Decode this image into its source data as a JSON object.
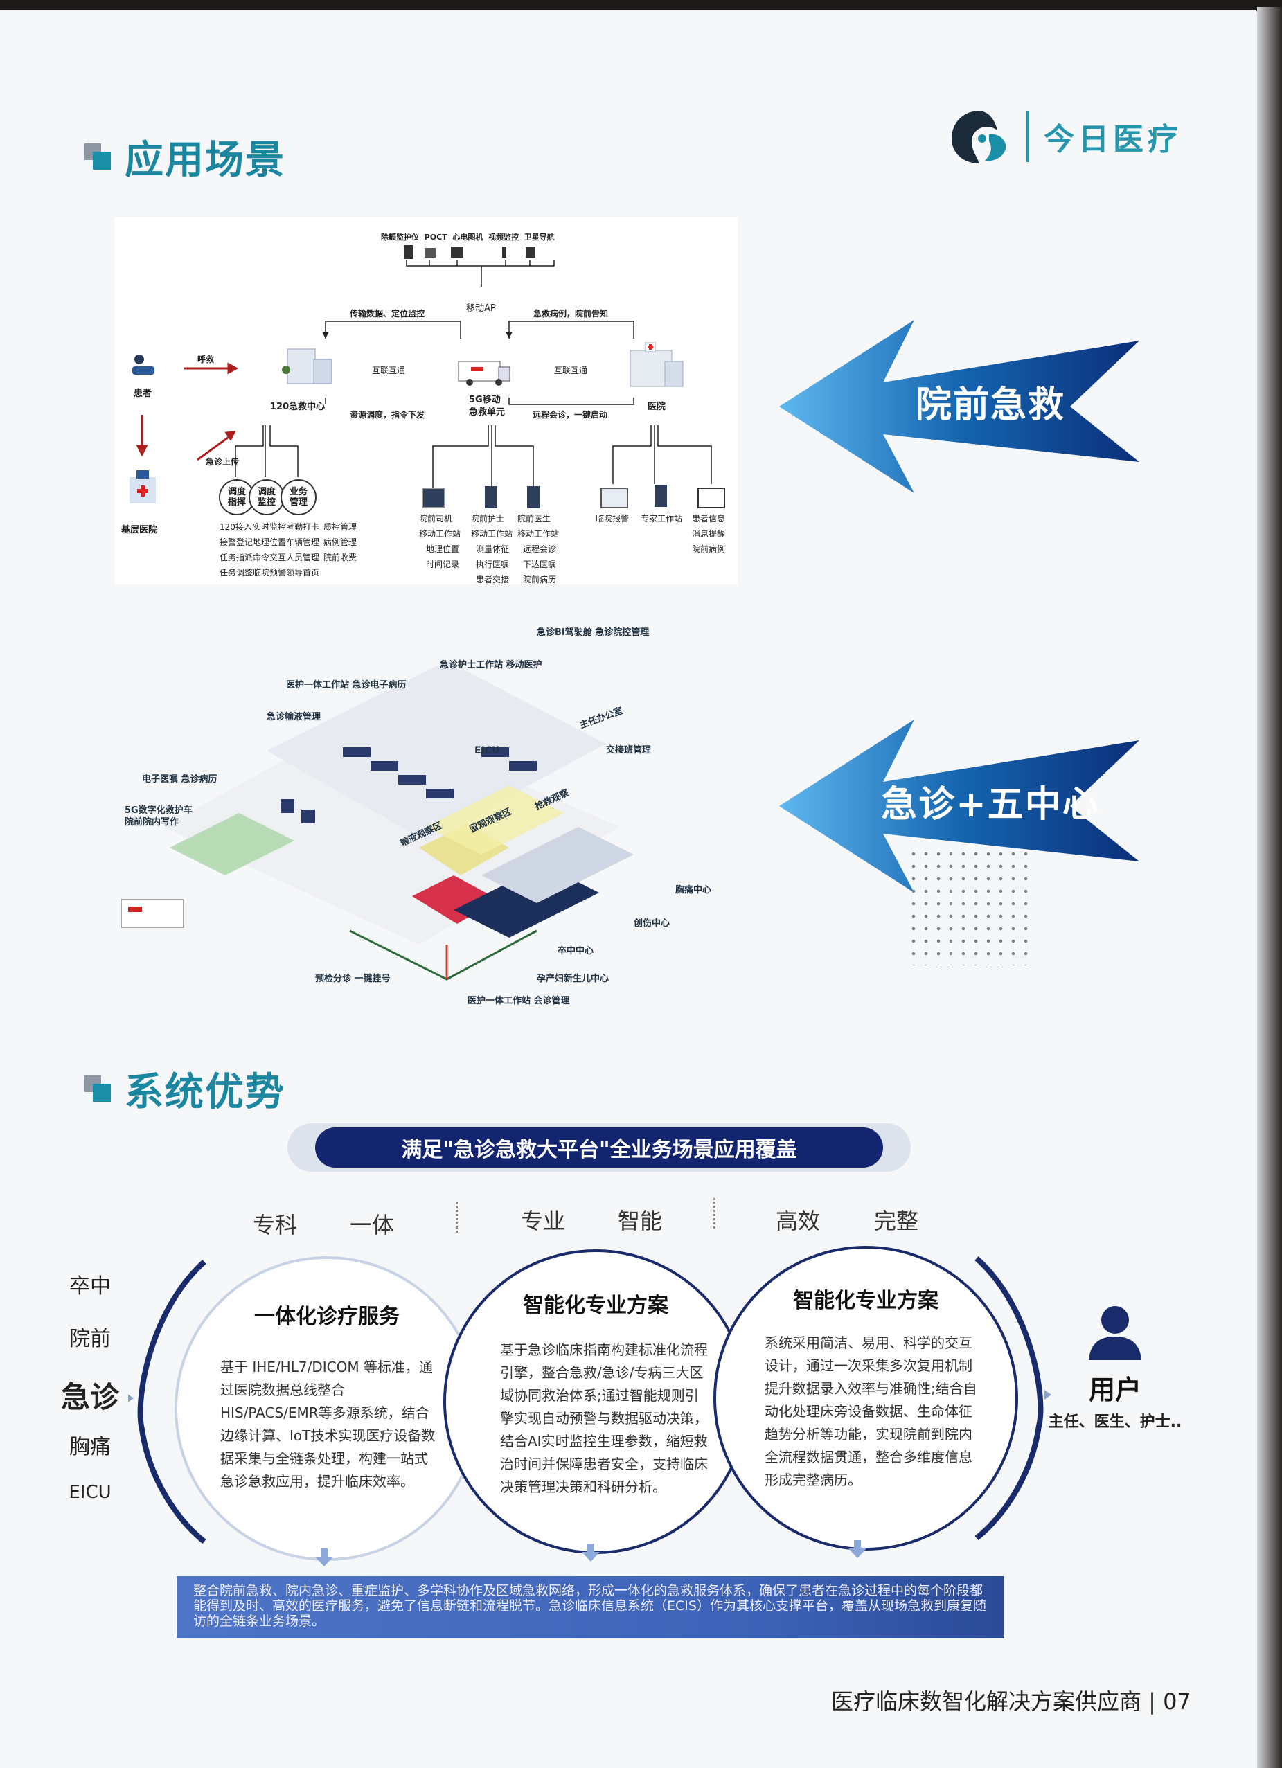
{
  "header": {
    "brand": "今日医疗"
  },
  "section1": {
    "title": "应用场景"
  },
  "section2": {
    "title": "系统优势"
  },
  "prehospital": {
    "banner": "院前急救",
    "devices": [
      "除颤监护仪",
      "POCT",
      "心电图机",
      "视频监控",
      "卫星导航"
    ],
    "ap": "移动AP",
    "patient": "患者",
    "call": "呼救",
    "upload": "急诊上传",
    "primary_hospital": "基层医院",
    "center": "120急救中心",
    "unit_line1": "5G移动",
    "unit_line2": "急救单元",
    "hospital": "医院",
    "link_top_left": "传输数据、定位监控",
    "link_top_right": "急救病例，院前告知",
    "interconnect_left": "互联互通",
    "interconnect_right": "互联互通",
    "link_bottom_left": "资源调度，指令下发",
    "link_bottom_right": "远程会诊，一键启动",
    "modules": [
      {
        "name": "调度\n指挥",
        "items": "120接入\n接警登记\n任务指派\n任务调整"
      },
      {
        "name": "调度\n监控",
        "items": "实时监控\n地理位置\n命令交互\n临院预警"
      },
      {
        "name": "业务\n管理",
        "items": "考勤打卡\n车辆管理\n人员管理\n领导首页"
      }
    ],
    "mgmt_items": "质控管理\n病例管理\n院前收费",
    "stations": [
      {
        "name": "院前司机\n移动工作站",
        "items": "地理位置\n时间记录"
      },
      {
        "name": "院前护士\n移动工作站",
        "items": "测量体征\n执行医嘱\n患者交接"
      },
      {
        "name": "院前医生\n移动工作站",
        "items": "远程会诊\n下达医嘱\n院前病历"
      }
    ],
    "hospital_items": [
      {
        "name": "临院报警",
        "items": ""
      },
      {
        "name": "专家工作站",
        "items": ""
      },
      {
        "name": "患者信息",
        "items": "消息提醒\n院前病例"
      }
    ]
  },
  "emergency": {
    "banner": "急诊+五中心",
    "labels": {
      "ai": "急诊BI驾驶舱 急诊院控管理",
      "nurse": "急诊护士工作站 移动医护",
      "doctor": "医护一体工作站 急诊电子病历",
      "infusion": "急诊输液管理",
      "director": "主任办公室",
      "handover": "交接班管理",
      "emr": "电子医嘱 急诊病历",
      "ambulance": "5G数字化救护车\n院前院内写作",
      "eicu": "EICU",
      "infusion_area": "输液观察区",
      "rescue_area": "留观观察区",
      "obs": "抢救观察",
      "chest": "胸痛中心",
      "trauma": "创伤中心",
      "stroke": "卒中中心",
      "maternal": "孕产妇新生儿中心",
      "triage": "预检分诊 一键挂号",
      "bottom": "医护一体工作站 会诊管理"
    }
  },
  "advantages": {
    "pill": "满足\"急诊急救大平台\"全业务场景应用覆盖",
    "keywords": [
      "专科",
      "一体",
      "专业",
      "智能",
      "高效",
      "完整"
    ],
    "left_labels": [
      "卒中",
      "院前",
      "急诊",
      "胸痛",
      "EICU"
    ],
    "circles": [
      {
        "title": "一体化诊疗服务",
        "body": "基于 IHE/HL7/DICOM 等标准，通过医院数据总线整合 HIS/PACS/EMR等多源系统，结合边缘计算、IoT技术实现医疗设备数据采集与全链条处理，构建一站式急诊急救应用，提升临床效率。"
      },
      {
        "title": "智能化专业方案",
        "body": "基于急诊临床指南构建标准化流程引擎，整合急救/急诊/专病三大区域协同救治体系;通过智能规则引擎实现自动预警与数据驱动决策，结合AI实时监控生理参数，缩短救治时间并保障患者安全，支持临床决策管理决策和科研分析。"
      },
      {
        "title": "智能化专业方案",
        "body": "系统采用简洁、易用、科学的交互设计，通过一次采集多次复用机制提升数据录入效率与准确性;结合自动化处理床旁设备数据、生命体征趋势分析等功能，实现院前到院内全流程数据贯通，整合多维度信息形成完整病历。"
      }
    ],
    "user_title": "用户",
    "user_sub": "主任、医生、护士..",
    "summary": "整合院前急救、院内急诊、重症监护、多学科协作及区域急救网络，形成一体化的急救服务体系，确保了患者在急诊过程中的每个阶段都能得到及时、高效的医疗服务，避免了信息断链和流程脱节。急诊临床信息系统（ECIS）作为其核心支撑平台，覆盖从现场急救到康复随访的全链条业务场景。"
  },
  "footer": {
    "text": "医疗临床数智化解决方案供应商 | 07"
  },
  "colors": {
    "accent": "#1a86a0",
    "navy": "#13256e",
    "banner_blue": "#1565b0"
  }
}
